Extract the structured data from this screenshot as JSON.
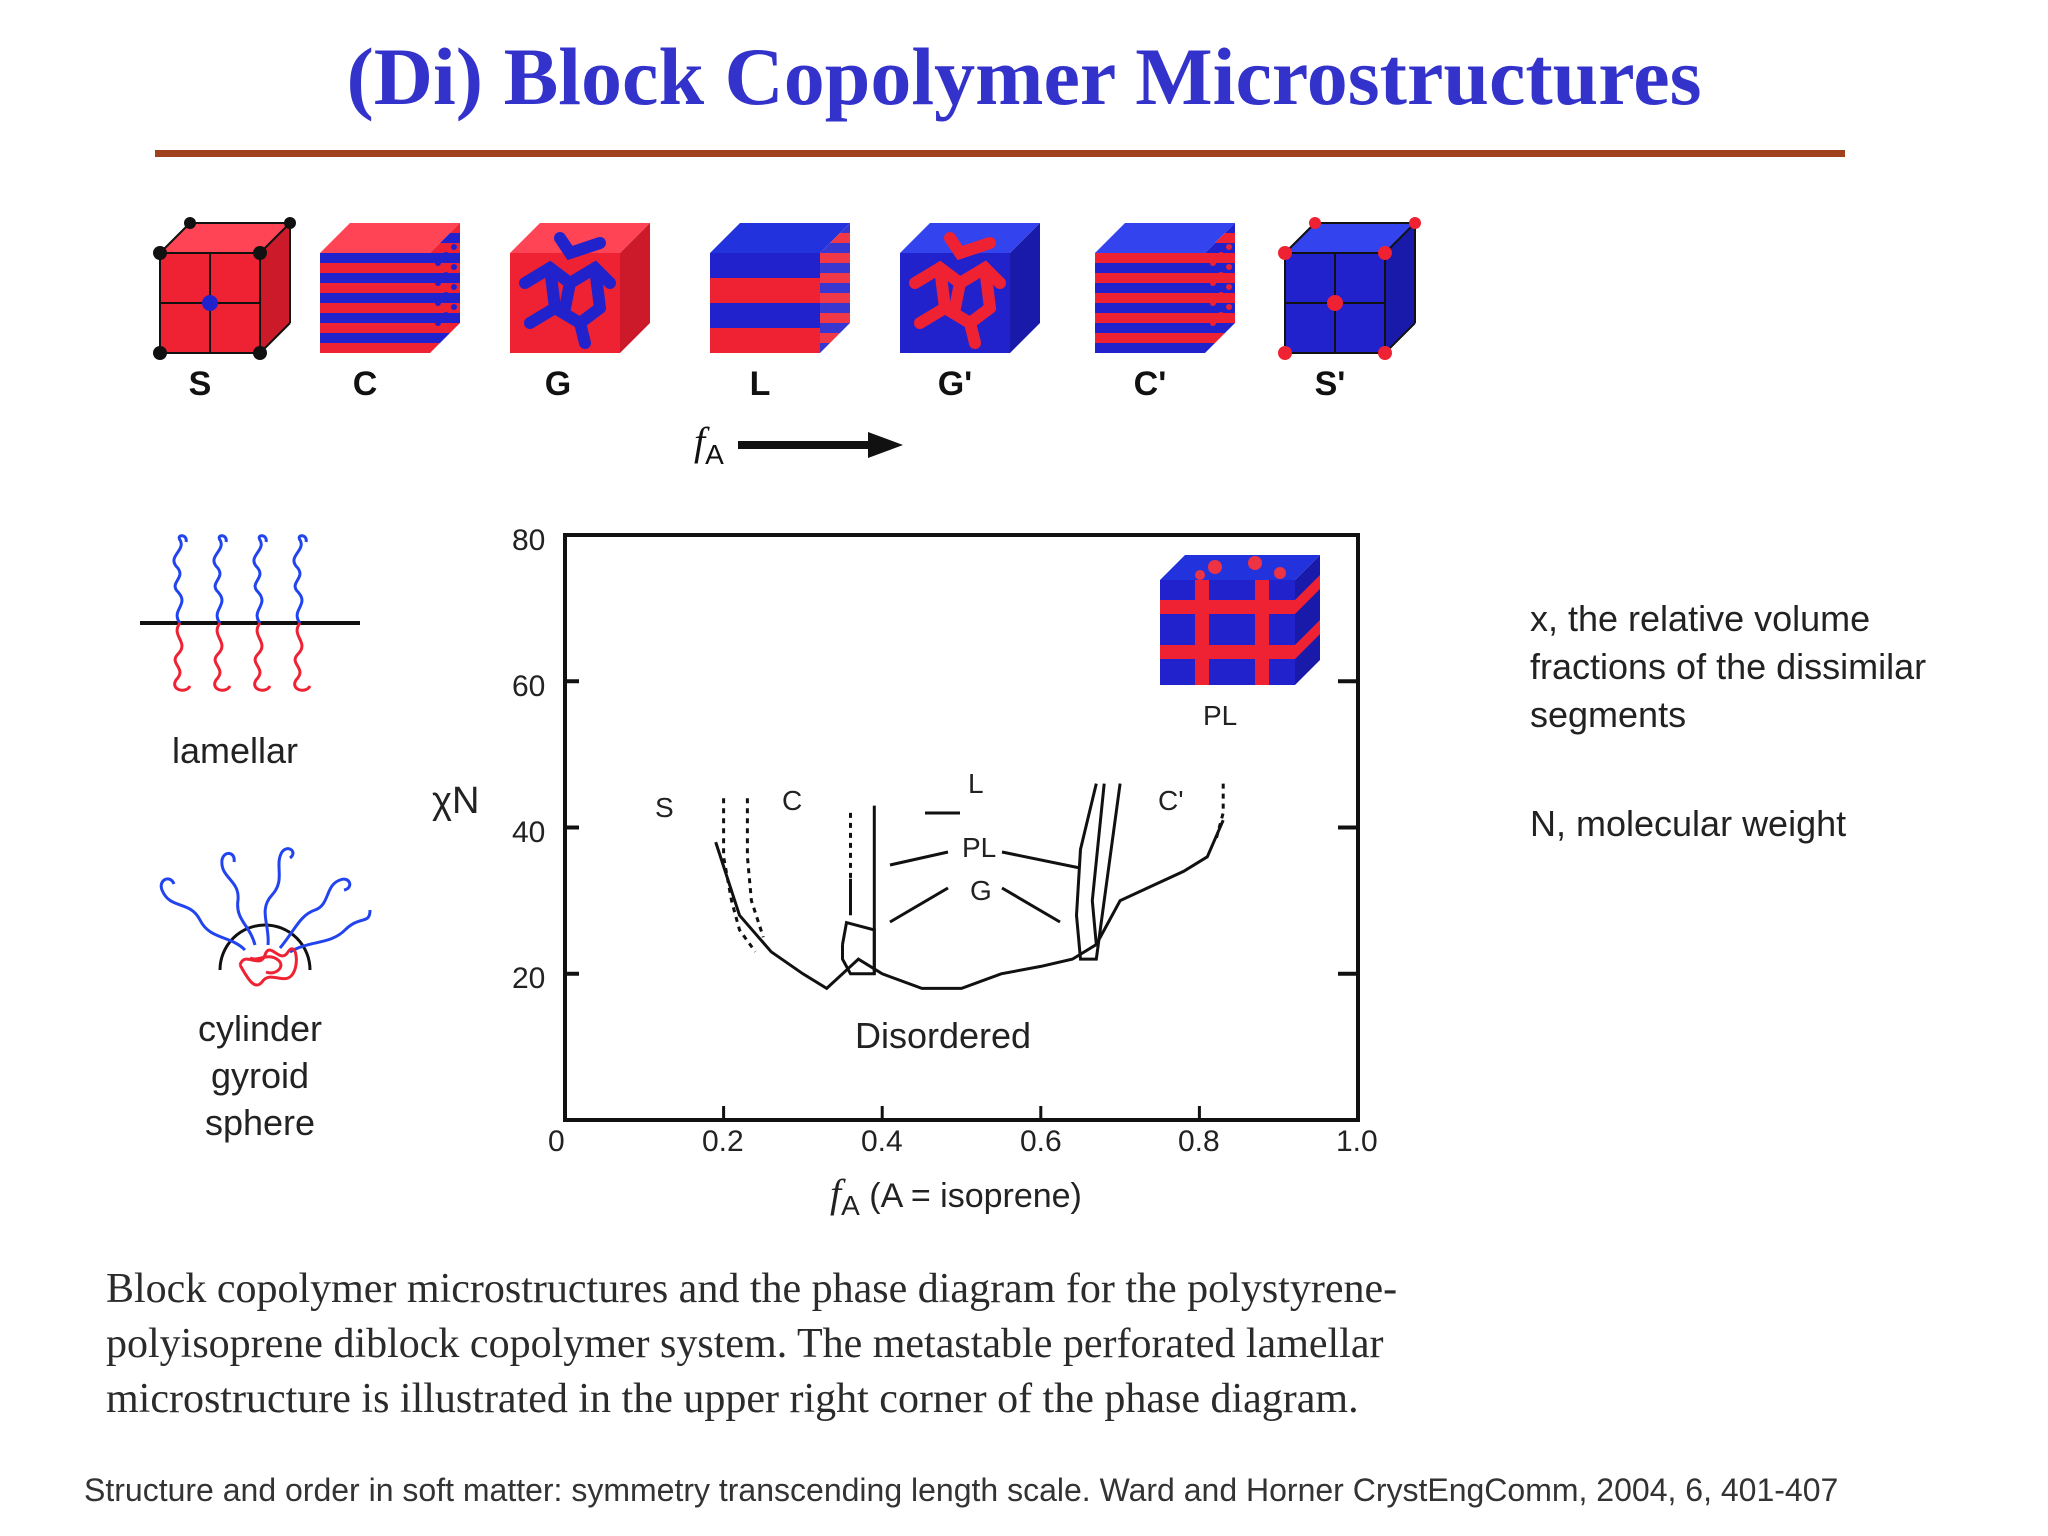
{
  "title": "(Di) Block Copolymer Microstructures",
  "colors": {
    "title": "#3333cc",
    "rule": "#a0401c",
    "red": "#ee2233",
    "blue": "#2222cc"
  },
  "structures": [
    {
      "label": "S",
      "kind": "sphere-red"
    },
    {
      "label": "C",
      "kind": "cylinder-red"
    },
    {
      "label": "G",
      "kind": "gyroid-red"
    },
    {
      "label": "L",
      "kind": "lamellar"
    },
    {
      "label": "G'",
      "kind": "gyroid-blue"
    },
    {
      "label": "C'",
      "kind": "cylinder-blue"
    },
    {
      "label": "S'",
      "kind": "sphere-blue"
    }
  ],
  "fa_arrow_label": "f",
  "fa_arrow_sub": "A",
  "chain_labels": {
    "lamellar": "lamellar",
    "curved": [
      "cylinder",
      "gyroid",
      "sphere"
    ]
  },
  "phase_diagram": {
    "ylabel": "χN",
    "xlabel_f": "f",
    "xlabel_sub": "A",
    "xlabel_rest": "(A = isoprene)",
    "x_ticks": [
      "0",
      "0.2",
      "0.4",
      "0.6",
      "0.8",
      "1.0"
    ],
    "y_ticks": [
      "20",
      "40",
      "60",
      "80"
    ],
    "region_labels": {
      "S": "S",
      "C": "C",
      "L": "L",
      "C_prime": "C'",
      "PL": "PL",
      "G": "G",
      "disordered": "Disordered",
      "inset": "PL"
    }
  },
  "chart_data": {
    "type": "line",
    "xlabel": "f_A (A = isoprene)",
    "ylabel": "χN",
    "xlim": [
      0,
      1.0
    ],
    "ylim": [
      0,
      80
    ],
    "series": [
      {
        "name": "Disordered",
        "x": [
          0.19,
          0.22,
          0.26,
          0.3,
          0.33,
          0.35,
          0.37,
          0.4,
          0.45,
          0.5,
          0.55,
          0.6,
          0.64,
          0.67,
          0.7,
          0.74,
          0.78,
          0.81,
          0.83
        ],
        "y": [
          38,
          28,
          23,
          20,
          18,
          20,
          22,
          20,
          18,
          18,
          20,
          21,
          22,
          24,
          30,
          32,
          34,
          36,
          41
        ]
      }
    ]
  },
  "notes": [
    "x, the relative volume fractions of the dissimilar segments",
    "N, molecular weight"
  ],
  "caption": "Block copolymer microstructures and the phase diagram for the polystyrene-polyisoprene diblock copolymer system. The metastable perforated lamellar microstructure is illustrated in the upper right corner of the phase diagram.",
  "reference": "Structure and order in soft matter: symmetry transcending length scale. Ward and Horner CrystEngComm, 2004, 6, 401-407"
}
